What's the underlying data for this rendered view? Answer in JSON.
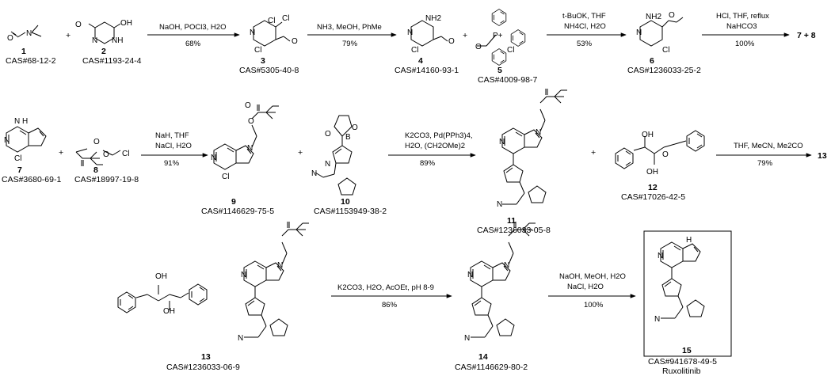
{
  "compounds": {
    "c1": {
      "num": "1",
      "cas": "CAS#68-12-2"
    },
    "c2": {
      "num": "2",
      "cas": "CAS#1193-24-4"
    },
    "c3": {
      "num": "3",
      "cas": "CAS#5305-40-8"
    },
    "c4": {
      "num": "4",
      "cas": "CAS#14160-93-1"
    },
    "c5": {
      "num": "5",
      "cas": "CAS#4009-98-7"
    },
    "c6": {
      "num": "6",
      "cas": "CAS#1236033-25-2"
    },
    "c7": {
      "num": "7",
      "cas": "CAS#3680-69-1"
    },
    "c8": {
      "num": "8",
      "cas": "CAS#18997-19-8"
    },
    "c9": {
      "num": "9",
      "cas": "CAS#1146629-75-5"
    },
    "c10": {
      "num": "10",
      "cas": "CAS#1153949-38-2"
    },
    "c11": {
      "num": "11",
      "cas": "CAS#1236033-05-8"
    },
    "c12": {
      "num": "12",
      "cas": "CAS#17026-42-5"
    },
    "c13": {
      "num": "13",
      "cas": "CAS#1236033-06-9"
    },
    "c14": {
      "num": "14",
      "cas": "CAS#1146629-80-2"
    },
    "c15": {
      "num": "15",
      "cas": "CAS#941678-49-5",
      "name": "Ruxolitinib"
    }
  },
  "steps": {
    "s1": {
      "reagents": "NaOH, POCl3, H2O",
      "yield": "68%"
    },
    "s2": {
      "reagents": "NH3, MeOH, PhMe",
      "yield": "79%"
    },
    "s3": {
      "reagents_line1": "t-BuOK, THF",
      "reagents_line2": "NH4Cl, H2O",
      "yield": "53%"
    },
    "s4": {
      "reagents_line1": "HCl, THF, reflux",
      "reagents_line2": "NaHCO3",
      "yield": "100%",
      "product": "7 + 8"
    },
    "s5": {
      "reagents_line1": "NaH, THF",
      "reagents_line2": "NaCl, H2O",
      "yield": "91%"
    },
    "s6": {
      "reagents_line1": "K2CO3, Pd(PPh3)4,",
      "reagents_line2": "H2O, (CH2OMe)2",
      "yield": "89%"
    },
    "s7": {
      "reagents": "THF, MeCN, Me2CO",
      "yield": "79%",
      "product": "13"
    },
    "s8": {
      "reagents": "K2CO3, H2O, AcOEt, pH 8-9",
      "yield": "86%"
    },
    "s9": {
      "reagents_line1": "NaOH, MeOH, H2O",
      "reagents_line2": "NaCl, H2O",
      "yield": "100%"
    }
  },
  "symbols": {
    "plus": "+"
  }
}
